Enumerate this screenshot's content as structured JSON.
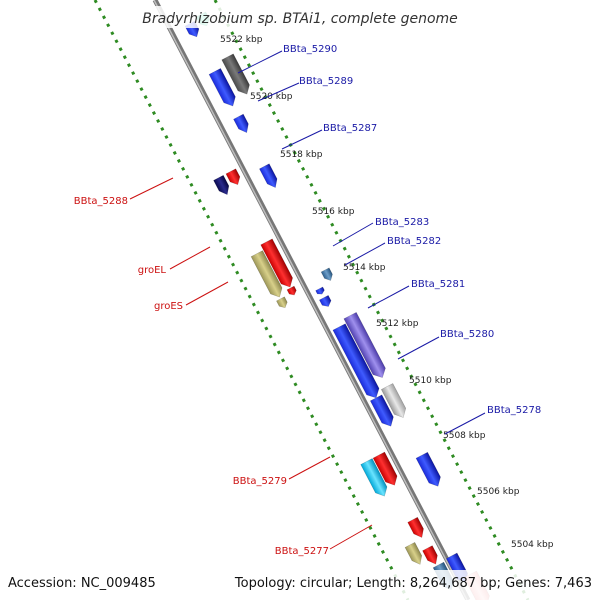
{
  "title": "Bradyrhizobium sp. BTAi1, complete genome",
  "footer": {
    "accession": "Accession: NC_009485",
    "topology": "Topology: circular; Length: 8,264,687 bp; Genes: 7,463"
  },
  "colors": {
    "backbone": "#8a8a8a",
    "dotted_track": "#2e8b22",
    "forward_label": "#1a1aa6",
    "reverse_label": "#cc1111"
  },
  "ticks": [
    "5522 kbp",
    "5520 kbp",
    "5518 kbp",
    "5516 kbp",
    "5514 kbp",
    "5512 kbp",
    "5510 kbp",
    "5508 kbp",
    "5506 kbp",
    "5504 kbp"
  ],
  "labels": {
    "forward": [
      "BBta_5290",
      "BBta_5289",
      "BBta_5287",
      "BBta_5283",
      "BBta_5282",
      "BBta_5281",
      "BBta_5280",
      "BBta_5278"
    ],
    "reverse": [
      "BBta_5288",
      "groEL",
      "groES",
      "BBta_5279",
      "BBta_5277"
    ]
  }
}
